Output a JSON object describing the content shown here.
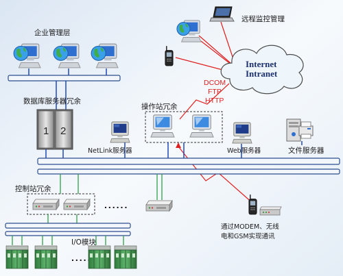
{
  "labels": {
    "remote_monitoring": "远程监控管理",
    "enterprise_layer": "企业管理层",
    "internet": "Internet",
    "intranet": "Intranet",
    "protocols": [
      "DCOM",
      "FTP",
      "HTTP"
    ],
    "db_server_redundancy": "数据库服务器冗余",
    "server_slot_1": "1",
    "server_slot_2": "2",
    "operator_station_redundancy": "操作站冗余",
    "netlink_server": "NetLink服务器",
    "web_server": "Web服务器",
    "file_server": "文件服务器",
    "control_station_redundancy": "控制站冗余",
    "comm_line_1": "通过MODEM、无线",
    "comm_line_2": "电和GSM实现通讯",
    "io_module": "I/O模块",
    "ellipsis_control": "......",
    "ellipsis_io": "......"
  },
  "icons": {
    "enterprise": "globe-computer-icon",
    "remote_pc": "globe-computer-icon",
    "laptop": "laptop-icon",
    "phone": "cell-phone-icon",
    "cloud": "cloud-icon",
    "db_server": "server-rack-icon",
    "workstation": "desktop-computer-icon",
    "file_server": "file-server-icon",
    "control_station": "controller-box-icon",
    "io_module": "io-module-icon",
    "modem": "modem-icon"
  },
  "colors": {
    "bus_outline": "#2a4d8f",
    "ethernet_link": "#1f48b8",
    "field_link": "#2fa04a",
    "remote_link": "#e02020",
    "protocol_text": "#e01e1e"
  }
}
